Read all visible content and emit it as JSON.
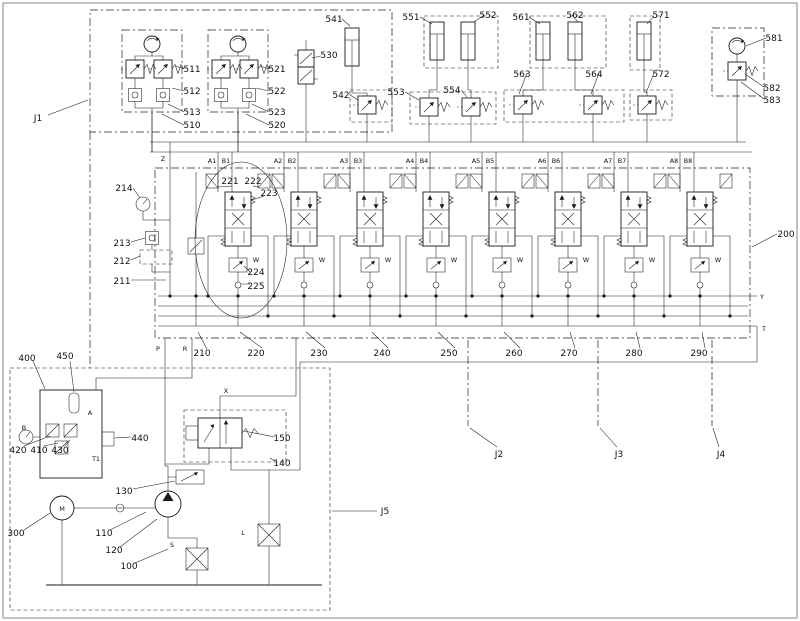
{
  "colors": {
    "ink": "#1a1a1a",
    "background": "#ffffff"
  },
  "labels": {
    "n100": "100",
    "n110": "110",
    "n120": "120",
    "n130": "130",
    "n140": "140",
    "n150": "150",
    "n200": "200",
    "n210": "210",
    "n211": "211",
    "n212": "212",
    "n213": "213",
    "n214": "214",
    "n220": "220",
    "n221": "221",
    "n222": "222",
    "n223": "223",
    "n224": "224",
    "n225": "225",
    "n230": "230",
    "n240": "240",
    "n250": "250",
    "n260": "260",
    "n270": "270",
    "n280": "280",
    "n290": "290",
    "n300": "300",
    "n400": "400",
    "n410": "410",
    "n420": "420",
    "n430": "430",
    "n440": "440",
    "n450": "450",
    "n510": "510",
    "n511": "511",
    "n512": "512",
    "n513": "513",
    "n520": "520",
    "n521": "521",
    "n522": "522",
    "n523": "523",
    "n530": "530",
    "n541": "541",
    "n542": "542",
    "n551": "551",
    "n552": "552",
    "n553": "553",
    "n554": "554",
    "n561": "561",
    "n562": "562",
    "n563": "563",
    "n564": "564",
    "n571": "571",
    "n572": "572",
    "n581": "581",
    "n582": "582",
    "n583": "583"
  },
  "zones": {
    "j1": "J1",
    "j2": "J2",
    "j3": "J3",
    "j4": "J4",
    "j5": "J5"
  },
  "ports": {
    "z": "Z",
    "a1": "A1",
    "b1": "B1",
    "a2": "A2",
    "b2": "B2",
    "a3": "A3",
    "b3": "B3",
    "a4": "A4",
    "b4": "B4",
    "a5": "A5",
    "b5": "B5",
    "a6": "A6",
    "b6": "B6",
    "a7": "A7",
    "b7": "B7",
    "a8": "A8",
    "b8": "B8",
    "p": "P",
    "r": "R",
    "y": "Y",
    "t": "T",
    "x": "X",
    "s": "S",
    "l": "L",
    "m": "M",
    "t1": "T1",
    "a": "A",
    "b": "B",
    "w": "W"
  }
}
